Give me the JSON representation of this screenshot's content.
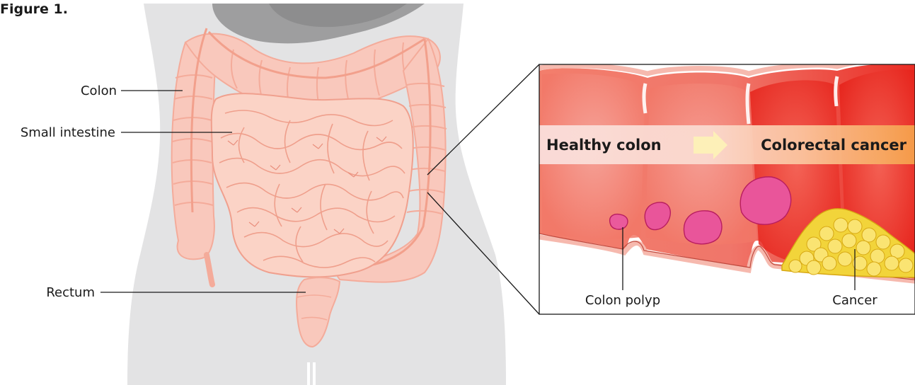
{
  "figure_title": "Figure 1.",
  "labels": {
    "colon": "Colon",
    "small_intestine": "Small intestine",
    "rectum": "Rectum"
  },
  "inset": {
    "healthy_label": "Healthy colon",
    "cancer_label": "Colorectal cancer",
    "polyp_label": "Colon polyp",
    "cancer_mass_label": "Cancer"
  },
  "colors": {
    "body": "#e3e3e4",
    "organ_gray": "#9a9a9b",
    "intestine": "#f8c3b2",
    "intestine_outline": "#f0a08e",
    "polyp": "#e9559a",
    "cancer": "#f2d43a",
    "arrow": "#fdf0b8"
  }
}
